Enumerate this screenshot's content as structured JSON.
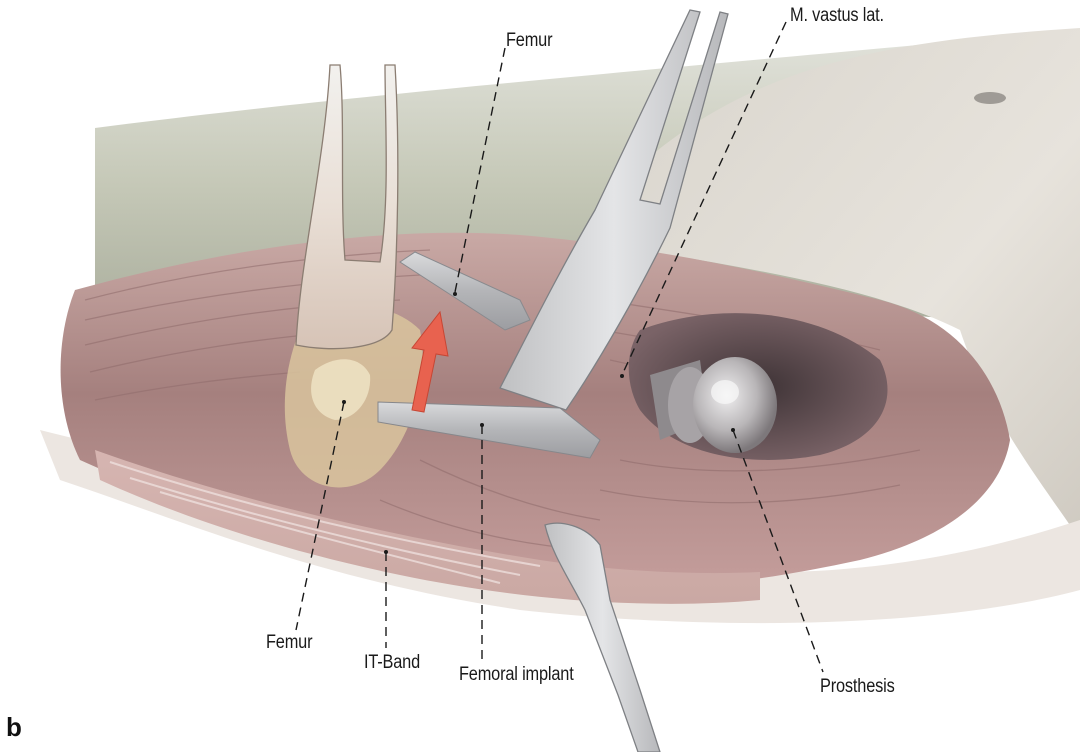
{
  "figure": {
    "panel_label": "b",
    "labels": {
      "femur_top": "Femur",
      "vastus": "M. vastus lat.",
      "femur_bottom": "Femur",
      "itband": "IT-Band",
      "implant": "Femoral implant",
      "prosthesis": "Prosthesis"
    }
  },
  "colors": {
    "background": "#ffffff",
    "drape": "#c9ccbd",
    "skin": "#e3ded6",
    "tissue": "#b58f8b",
    "tissue_dark": "#6e4a4e",
    "instrument": "#cfd0d2",
    "arrow": "#e8624f",
    "leader": "#1a1a1a"
  }
}
